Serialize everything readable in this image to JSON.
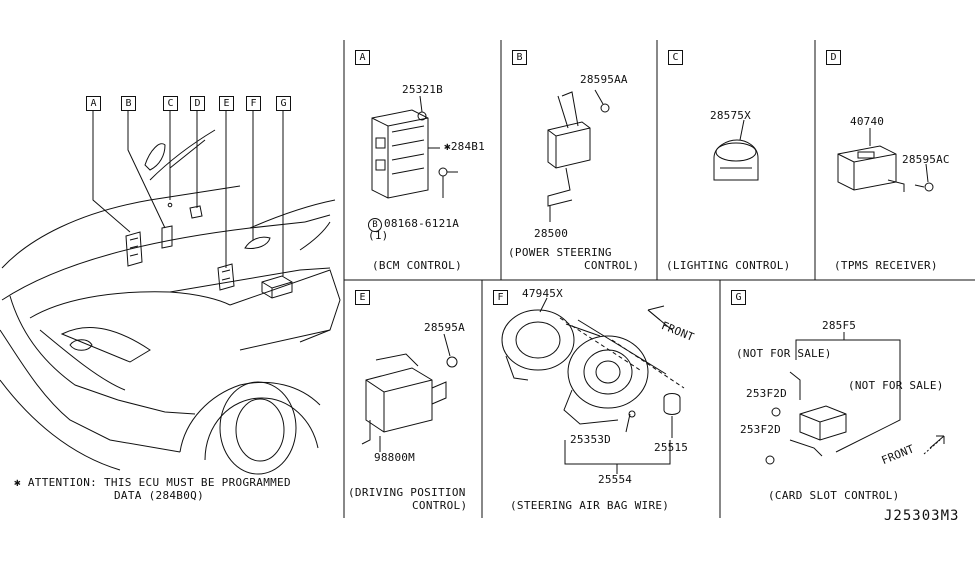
{
  "overview": {
    "callouts": [
      "A",
      "B",
      "C",
      "D",
      "E",
      "F",
      "G"
    ],
    "attention_line1": "✱ ATTENTION: THIS ECU MUST BE PROGRAMMED",
    "attention_line2": "DATA (284B0Q)"
  },
  "panels": {
    "A": {
      "letter": "A",
      "parts": [
        "25321B",
        "✱284B1",
        "08168-6121A",
        "(1)"
      ],
      "bolt_symbol": "B",
      "caption": "(BCM CONTROL)"
    },
    "B": {
      "letter": "B",
      "parts": [
        "28595AA",
        "28500"
      ],
      "caption_line1": "(POWER STEERING",
      "caption_line2": "CONTROL)"
    },
    "C": {
      "letter": "C",
      "parts": [
        "28575X"
      ],
      "caption": "(LIGHTING CONTROL)"
    },
    "D": {
      "letter": "D",
      "parts": [
        "40740",
        "28595AC"
      ],
      "caption": "(TPMS RECEIVER)"
    },
    "E": {
      "letter": "E",
      "parts": [
        "28595A",
        "98800M"
      ],
      "caption_line1": "(DRIVING POSITION",
      "caption_line2": "CONTROL)"
    },
    "F": {
      "letter": "F",
      "parts": [
        "47945X",
        "25353D",
        "25515",
        "25554"
      ],
      "front_label": "FRONT",
      "caption": "(STEERING AIR BAG WIRE)"
    },
    "G": {
      "letter": "G",
      "parts": [
        "285F5",
        "(NOT FOR SALE)",
        "(NOT FOR SALE)",
        "253F2D",
        "253F2D"
      ],
      "front_label": "FRONT",
      "caption": "(CARD SLOT CONTROL)"
    }
  },
  "diagram_code": "J25303M3"
}
